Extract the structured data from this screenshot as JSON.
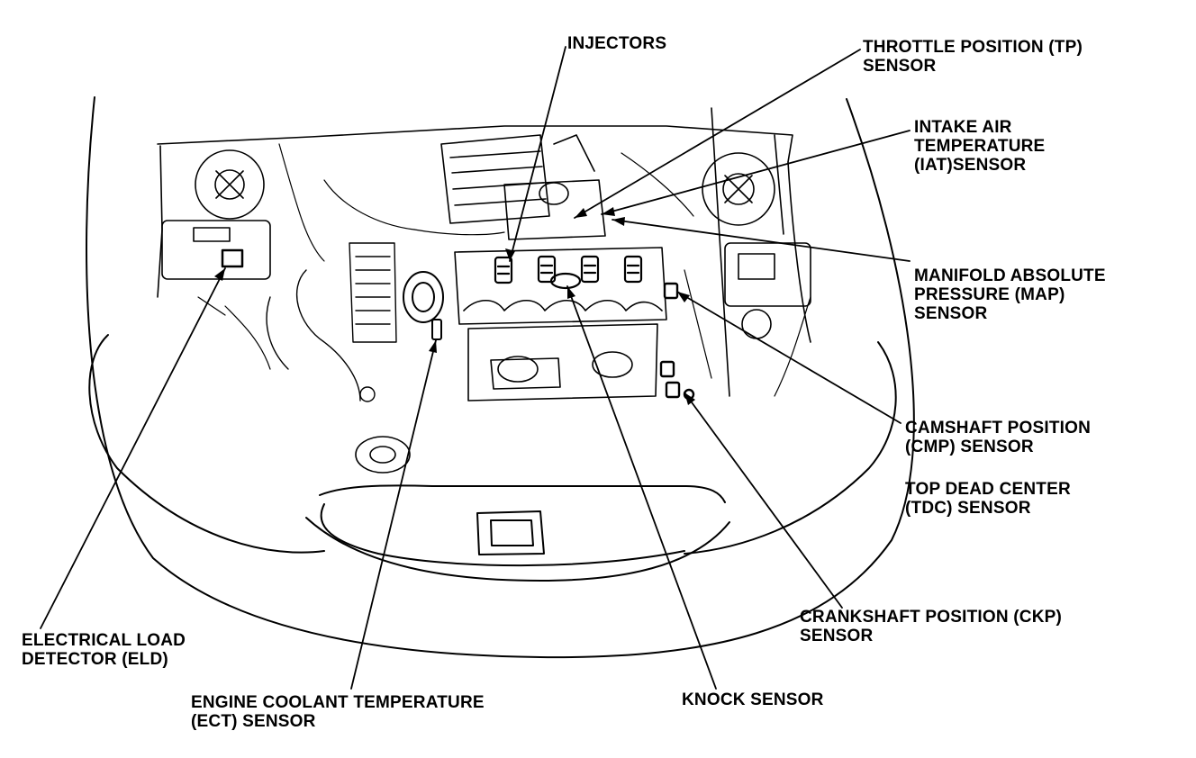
{
  "labels": {
    "injectors": [
      "INJECTORS"
    ],
    "tp_sensor": [
      "THROTTLE POSITION (TP)",
      "SENSOR"
    ],
    "iat_sensor": [
      "INTAKE AIR",
      "TEMPERATURE",
      "(IAT)SENSOR"
    ],
    "map_sensor": [
      "MANIFOLD ABSOLUTE",
      "PRESSURE (MAP)",
      "SENSOR"
    ],
    "cmp_sensor": [
      "CAMSHAFT POSITION",
      "(CMP) SENSOR"
    ],
    "tdc_sensor": [
      "TOP DEAD CENTER",
      "(TDC) SENSOR"
    ],
    "ckp_sensor": [
      "CRANKSHAFT POSITION (CKP)",
      "SENSOR"
    ],
    "eld": [
      "ELECTRICAL LOAD",
      "DETECTOR (ELD)"
    ],
    "ect_sensor": [
      "ENGINE COOLANT TEMPERATURE",
      "(ECT) SENSOR"
    ],
    "knock_sensor": [
      "KNOCK SENSOR"
    ]
  },
  "colors": {
    "ink": "#000000",
    "paper": "#ffffff"
  }
}
